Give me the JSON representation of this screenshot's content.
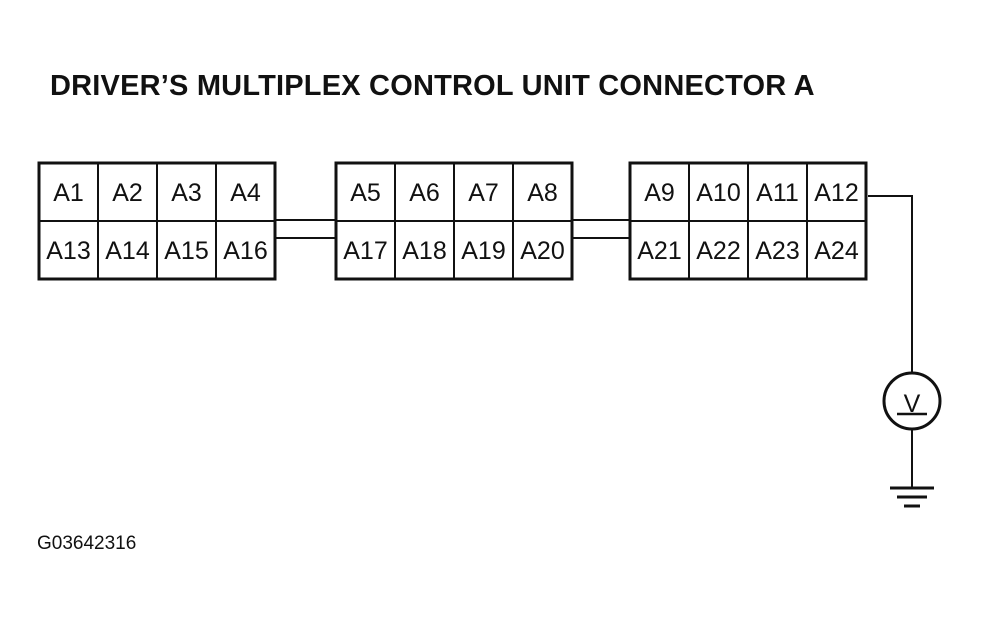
{
  "title": "DRIVER’S MULTIPLEX CONTROL UNIT CONNECTOR A",
  "figure_code": "G03642316",
  "connector_blocks": [
    {
      "top_row": [
        "A1",
        "A2",
        "A3",
        "A4"
      ],
      "bottom_row": [
        "A13",
        "A14",
        "A15",
        "A16"
      ]
    },
    {
      "top_row": [
        "A5",
        "A6",
        "A7",
        "A8"
      ],
      "bottom_row": [
        "A17",
        "A18",
        "A19",
        "A20"
      ]
    },
    {
      "top_row": [
        "A9",
        "A10",
        "A11",
        "A12"
      ],
      "bottom_row": [
        "A21",
        "A22",
        "A23",
        "A24"
      ]
    }
  ],
  "meter": {
    "symbol": "V",
    "icon": "voltmeter-icon",
    "probe_pin": "A12"
  },
  "ground": {
    "icon": "ground-icon"
  }
}
